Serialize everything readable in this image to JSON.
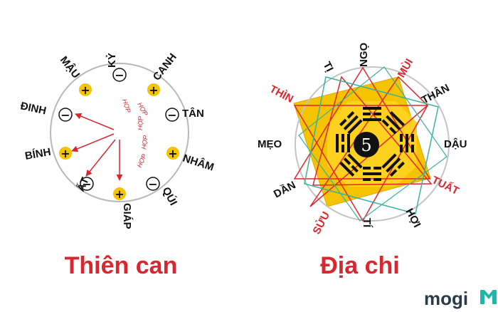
{
  "thien_can": {
    "title": "Thiên can",
    "stems": [
      {
        "name": "KỶ",
        "sign": "−"
      },
      {
        "name": "CANH",
        "sign": "+"
      },
      {
        "name": "TÂN",
        "sign": "−"
      },
      {
        "name": "NHÂM",
        "sign": "+"
      },
      {
        "name": "QÚI",
        "sign": "−"
      },
      {
        "name": "GIÁP",
        "sign": "+"
      },
      {
        "name": "ẤT",
        "sign": "−"
      },
      {
        "name": "BÍNH",
        "sign": "+"
      },
      {
        "name": "ĐINH",
        "sign": "−"
      },
      {
        "name": "MẬU",
        "sign": "+"
      }
    ],
    "hop_label": "HỢP"
  },
  "dia_chi": {
    "title": "Địa chi",
    "center": "5",
    "branches": [
      "NGỌ",
      "MÙI",
      "THÂN",
      "DẬU",
      "TUẤT",
      "HỢI",
      "TÍ",
      "SỬU",
      "DẦN",
      "MẸO",
      "THÌN",
      "TỊ"
    ]
  },
  "logo": {
    "text": "mogi",
    "accent": "#1fb8a8"
  },
  "colors": {
    "red": "#d8272f",
    "yellow": "#f5c400",
    "teal": "#39b39b"
  }
}
